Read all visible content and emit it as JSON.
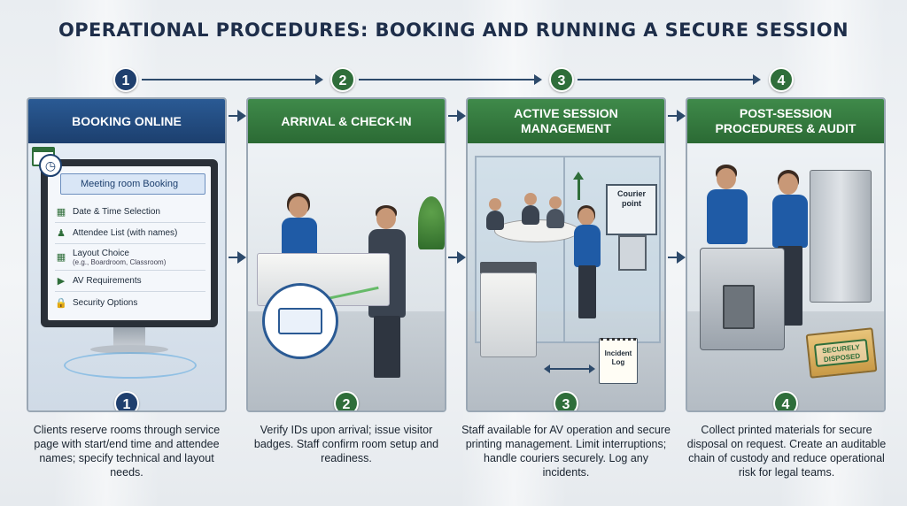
{
  "title": "OPERATIONAL PROCEDURES: BOOKING AND RUNNING A SECURE SESSION",
  "colors": {
    "navy": "#1f3f6e",
    "green": "#2f6e3a",
    "arrow": "#2d4a6b"
  },
  "steps": [
    {
      "number": "1",
      "header": "BOOKING ONLINE",
      "caption": "Clients reserve rooms through service page with start/end time and attendee names; specify technical and layout needs.",
      "screen": {
        "title": "Meeting room Booking",
        "items": [
          {
            "icon": "calendar-icon",
            "label": "Date & Time Selection",
            "sub": ""
          },
          {
            "icon": "attendees-icon",
            "label": "Attendee List (with names)",
            "sub": ""
          },
          {
            "icon": "layout-icon",
            "label": "Layout Choice",
            "sub": "(e.g., Boardroom, Classroom)"
          },
          {
            "icon": "av-icon",
            "label": "AV Requirements",
            "sub": ""
          },
          {
            "icon": "lock-icon",
            "label": "Security Options",
            "sub": ""
          }
        ]
      }
    },
    {
      "number": "2",
      "header": "ARRIVAL & CHECK-IN",
      "caption": "Verify IDs upon arrival; issue visitor badges. Staff confirm room setup and readiness."
    },
    {
      "number": "3",
      "header": "ACTIVE SESSION MANAGEMENT",
      "caption": "Staff available for AV operation and secure printing management. Limit interruptions; handle couriers securely. Log any incidents.",
      "labels": {
        "courier": "Courier point",
        "incident": "Incident Log"
      }
    },
    {
      "number": "4",
      "header": "POST-SESSION PROCEDURES & AUDIT",
      "caption": "Collect printed materials for secure disposal on request. Create an auditable chain of custody and reduce operational risk for legal teams.",
      "labels": {
        "stamp": "SECURELY DISPOSED"
      }
    }
  ]
}
